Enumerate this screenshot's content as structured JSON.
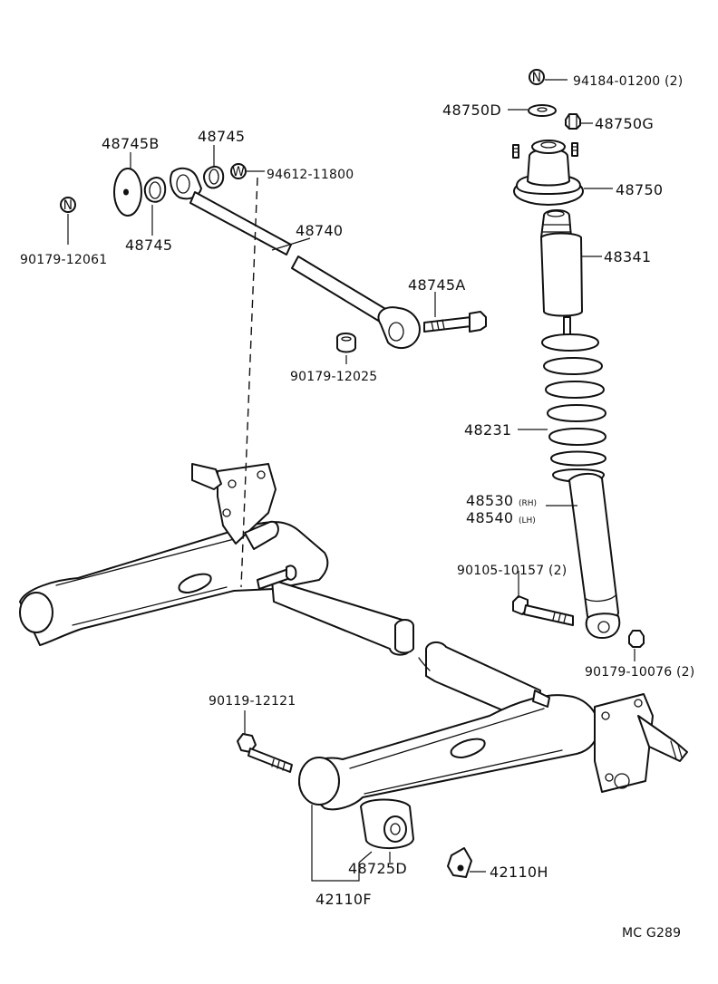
{
  "labels": {
    "p94184": "94184-01200 (2)",
    "p48750D": "48750D",
    "p48750G": "48750G",
    "p48750": "48750",
    "p48341": "48341",
    "p48231": "48231",
    "p48530": "48530",
    "p48530_side": "(RH)",
    "p48540": "48540",
    "p48540_side": "(LH)",
    "p90105": "90105-10157 (2)",
    "p90179_10076": "90179-10076 (2)",
    "p48745B": "48745B",
    "p48745_top": "48745",
    "p48745_low": "48745",
    "p94612": "94612-11800",
    "p90179_12061": "90179-12061",
    "p48740": "48740",
    "p48745A": "48745A",
    "p90179_12025": "90179-12025",
    "p90119": "90119-12121",
    "p48725D": "48725D",
    "p42110H": "42110H",
    "p42110F": "42110F",
    "code": "MC  G289"
  },
  "symbols": {
    "nut_marker": "N",
    "washer_marker": "W"
  }
}
